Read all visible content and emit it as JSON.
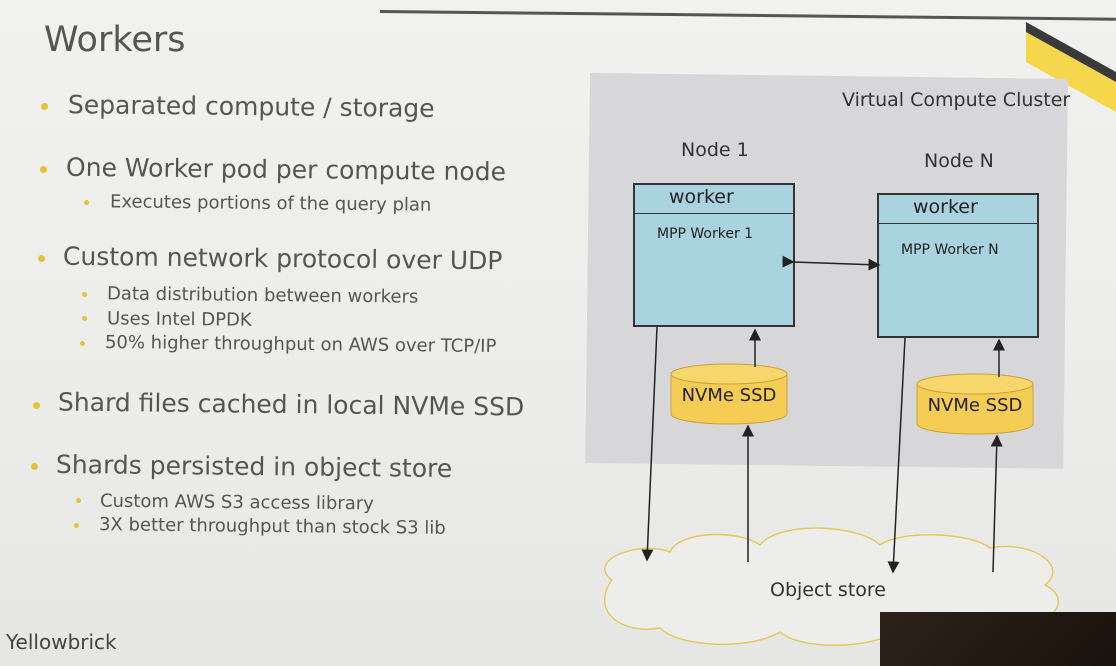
{
  "slide": {
    "title": "Workers",
    "brand": "Yellowbrick",
    "bullets": [
      {
        "text": "Separated compute / storage",
        "sub": []
      },
      {
        "text": "One Worker pod per compute node",
        "sub": [
          "Executes portions of the query plan"
        ]
      },
      {
        "text": "Custom network protocol over UDP",
        "sub": [
          "Data distribution between workers",
          "Uses Intel DPDK",
          "50% higher throughput on AWS over TCP/IP"
        ]
      },
      {
        "text": "Shard files cached in local NVMe SSD",
        "sub": []
      },
      {
        "text": "Shards persisted in object store",
        "sub": [
          "Custom AWS S3 access library",
          "3X better throughput than stock S3 lib"
        ]
      }
    ]
  },
  "diagram": {
    "cluster_label": "Virtual Compute Cluster",
    "nodes": [
      {
        "label": "Node 1",
        "worker_header": "worker",
        "worker_name": "MPP Worker 1",
        "ssd": "NVMe SSD"
      },
      {
        "label": "Node N",
        "worker_header": "worker",
        "worker_name": "MPP Worker N",
        "ssd": "NVMe SSD"
      }
    ],
    "object_store": "Object store"
  },
  "colors": {
    "bullet_dot": "#e6c23a",
    "worker_fill": "#a9d3df",
    "ssd_fill": "#f5cd55",
    "cluster_bg": "#d7d7da"
  }
}
